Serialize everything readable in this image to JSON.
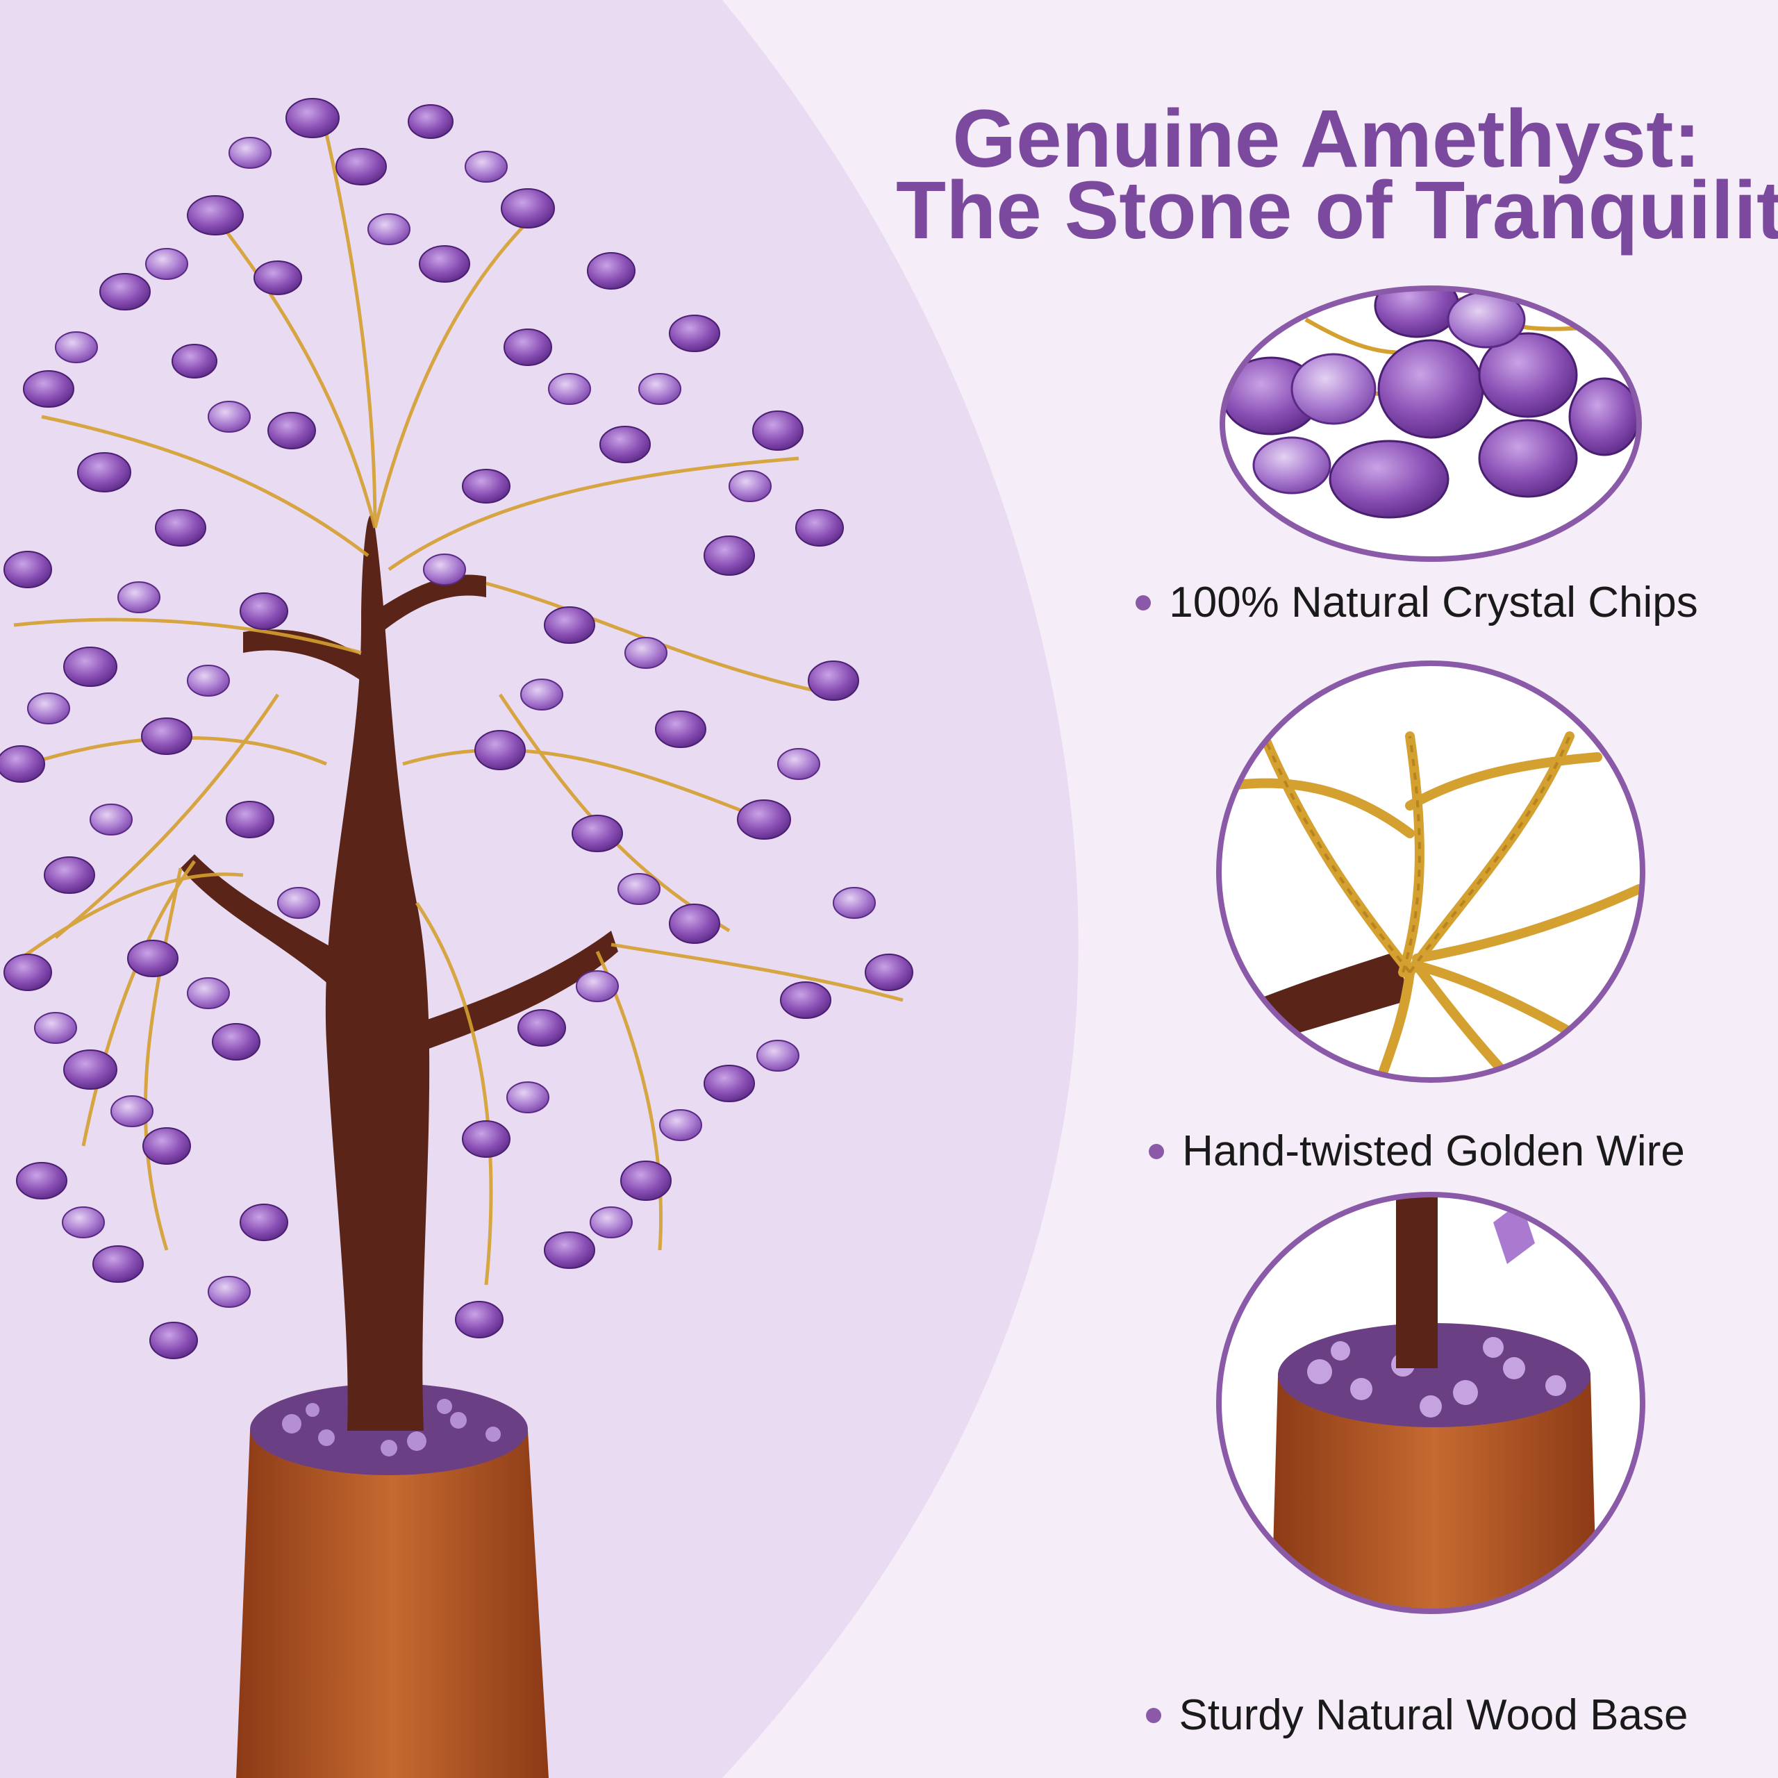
{
  "headline": {
    "line1": "Genuine Amethyst:",
    "line2": "The Stone of Tranquility"
  },
  "features": [
    {
      "label": "100% Natural Crystal Chips",
      "icon": "bullet-dot"
    },
    {
      "label": "Hand-twisted Golden Wire",
      "icon": "bullet-dot"
    },
    {
      "label": "Sturdy Natural Wood Base",
      "icon": "bullet-dot"
    }
  ],
  "colors": {
    "background": "#f5eef8",
    "panel": "#e9dcf2",
    "accent": "#7b4a9e",
    "amethyst": "#8a4fb5",
    "gold": "#d4a030",
    "trunk": "#5a2418",
    "wood": "#b85a2a",
    "text": "#1a1a1a"
  }
}
